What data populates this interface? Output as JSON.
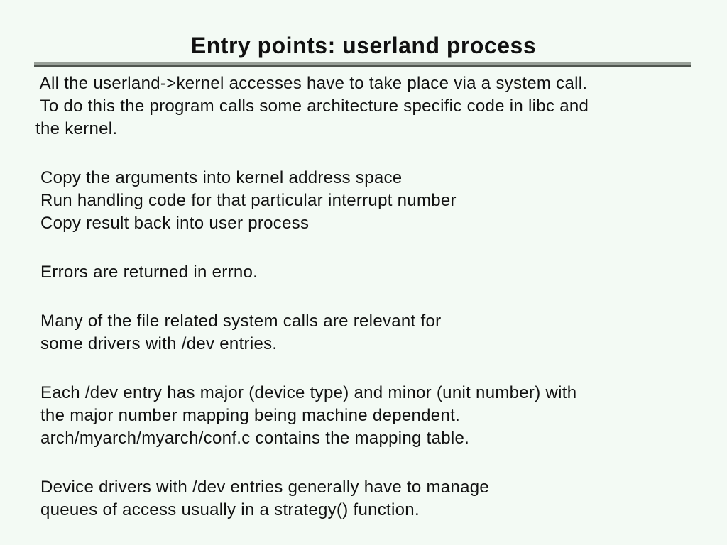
{
  "slide": {
    "title": "Entry points: userland process",
    "colors": {
      "background": "#f3faf4",
      "text": "#111111",
      "rule_top": "#98a098",
      "rule_bottom": "#4e544e"
    },
    "paragraphs": [
      {
        "lines": [
          " All the userland->kernel accesses have to take place via a system call.",
          " To do this the program calls some architecture specific code in libc and",
          "the kernel."
        ]
      },
      {
        "lines": [
          " Copy the arguments into kernel address space",
          " Run handling code for that particular interrupt number",
          " Copy result back into user process"
        ]
      },
      {
        "lines": [
          " Errors are returned in errno."
        ]
      },
      {
        "lines": [
          " Many of the file related system calls are relevant for",
          " some drivers with /dev entries."
        ]
      },
      {
        "lines": [
          " Each /dev entry has major (device type) and minor (unit number) with",
          " the major number mapping being machine dependent.",
          " arch/myarch/myarch/conf.c contains the mapping table."
        ]
      },
      {
        "lines": [
          " Device drivers with /dev entries generally have to manage",
          " queues of access usually in a strategy() function."
        ]
      }
    ]
  }
}
